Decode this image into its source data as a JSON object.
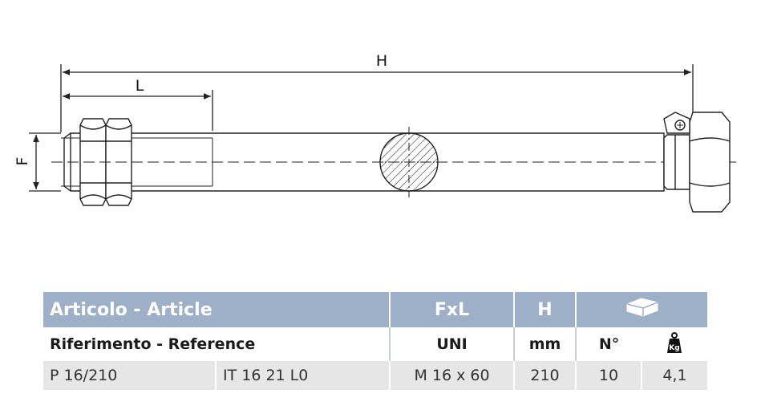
{
  "drawing": {
    "dim_h": "H",
    "dim_l": "L",
    "dim_f": "F"
  },
  "table": {
    "header": {
      "article": "Articolo - Article",
      "fxl": "FxL",
      "h": "H",
      "package_icon": "package-box-icon"
    },
    "subheader": {
      "reference": "Riferimento - Reference",
      "uni": "UNI",
      "mm": "mm",
      "count": "N°",
      "weight_icon": "weight-kg-icon",
      "weight_icon_text": "Kg"
    },
    "rows": [
      {
        "article": "P 16/210",
        "reference": "IT 16 21 L0",
        "fxl": "M 16 x 60",
        "h": "210",
        "count": "10",
        "weight": "4,1"
      }
    ]
  },
  "colors": {
    "header_bg": "#9eb0c7",
    "row_bg": "#e6e6e6",
    "drawing_stroke": "#222222"
  }
}
